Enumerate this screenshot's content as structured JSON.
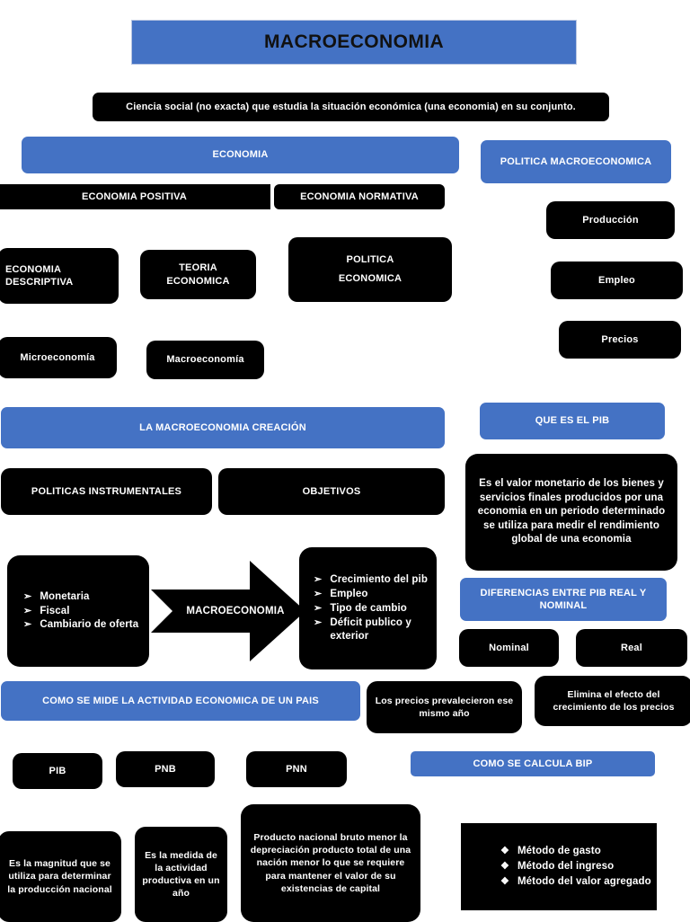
{
  "diagram": {
    "title": "MACROECONOMIA",
    "definition": "Ciencia social (no exacta) que estudia la situación económica (una economia) en su conjunto.",
    "economia_header": "ECONOMIA",
    "politica_macro_header": "POLITICA MACROECONOMICA",
    "economia_positiva": "ECONOMIA POSITIVA",
    "economia_normativa": "ECONOMIA NORMATIVA",
    "economia_descriptiva": "ECONOMIA\nDESCRIPTIVA",
    "teoria_economica": "TEORIA\nECONOMICA",
    "politica_economica": "POLITICA\nECONOMICA",
    "microeconomia": "Microeconomía",
    "macroeconomia_box": "Macroeconomía",
    "politica_macro_items": [
      "Producción",
      "Empleo",
      "Precios"
    ],
    "creacion_header": "LA MACROECONOMIA CREACIÓN",
    "politicas_instrumentales": "POLITICAS INSTRUMENTALES",
    "objetivos": "OBJETIVOS",
    "instrumentos_list": [
      "Monetaria",
      " Fiscal",
      "Cambiario de oferta"
    ],
    "arrow_label": "MACROECONOMIA",
    "objetivos_list": [
      "Crecimiento del pib",
      "Empleo",
      "Tipo de cambio",
      "Déficit publico y exterior"
    ],
    "que_es_pib_header": "QUE ES EL PIB",
    "pib_definition": "Es el valor monetario de los bienes y servicios finales producidos por una economia en un periodo determinado se utiliza para medir el rendimiento global de una economia",
    "diferencias_header": "DIFERENCIAS ENTRE PIB REAL Y NOMINAL",
    "nominal": "Nominal",
    "real": "Real",
    "nominal_desc": "Los precios prevalecieron ese mismo año",
    "real_desc": "Elimina el efecto del crecimiento de los precios",
    "como_se_mide_header": "COMO SE MIDE LA ACTIVIDAD ECONOMICA DE UN PAIS",
    "pib": "PIB",
    "pnb": "PNB",
    "pnn": "PNN",
    "pib_desc": "Es la magnitud que se utiliza para determinar la producción nacional",
    "pnb_desc": "Es la medida de la actividad productiva en un año",
    "pnn_desc": "Producto nacional bruto menor la depreciación producto total de una nación menor lo que se requiere para mantener el valor de su existencias de capital",
    "como_se_calcula_header": "COMO SE CALCULA BIP",
    "metodos": [
      "Método de gasto",
      "Método del ingreso",
      "Método del valor agregado"
    ],
    "bullet_arrow": "➢",
    "bullet_diamond": "❖",
    "colors": {
      "accent_blue": "#4472C4",
      "node_black": "#000000",
      "text_white": "#FFFFFF",
      "background": "#FFFFFF"
    }
  }
}
